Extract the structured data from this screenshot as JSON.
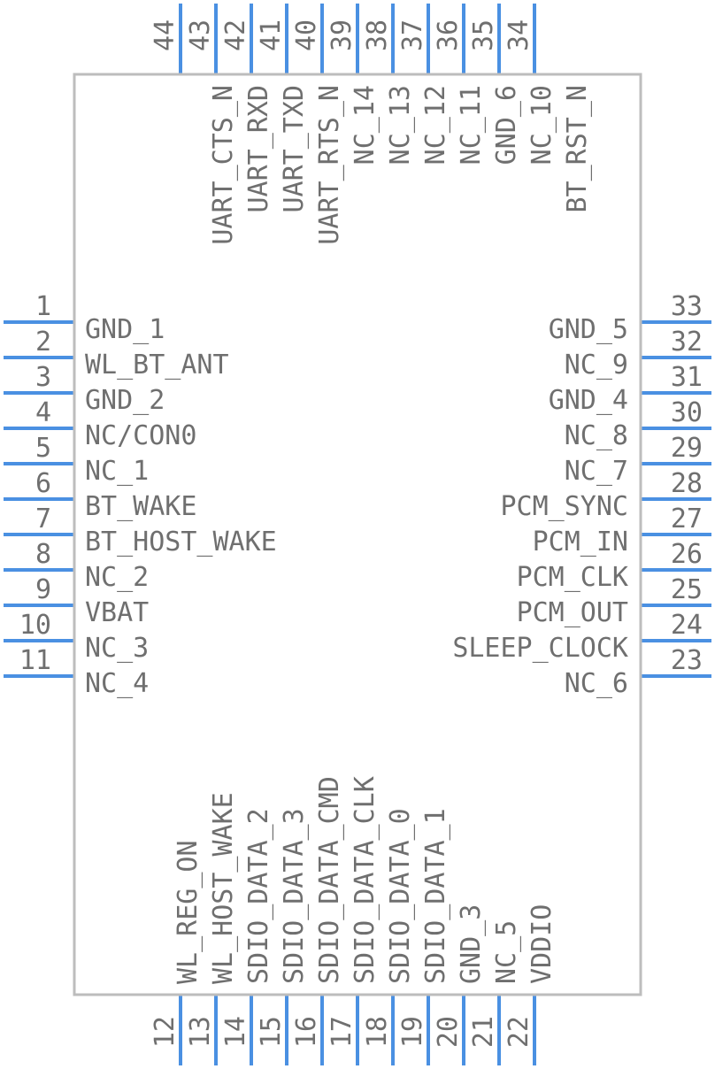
{
  "colors": {
    "pin": "#4a90e2",
    "body": "#bdbdbd",
    "text": "#6f6f6f"
  },
  "left_pins": [
    {
      "number": "1",
      "name": "GND_1"
    },
    {
      "number": "2",
      "name": "WL_BT_ANT"
    },
    {
      "number": "3",
      "name": "GND_2"
    },
    {
      "number": "4",
      "name": "NC/CON0"
    },
    {
      "number": "5",
      "name": "NC_1"
    },
    {
      "number": "6",
      "name": "BT_WAKE"
    },
    {
      "number": "7",
      "name": "BT_HOST_WAKE"
    },
    {
      "number": "8",
      "name": "NC_2"
    },
    {
      "number": "9",
      "name": "VBAT"
    },
    {
      "number": "10",
      "name": "NC_3"
    },
    {
      "number": "11",
      "name": "NC_4"
    }
  ],
  "right_pins": [
    {
      "number": "33",
      "name": "GND_5"
    },
    {
      "number": "32",
      "name": "NC_9"
    },
    {
      "number": "31",
      "name": "GND_4"
    },
    {
      "number": "30",
      "name": "NC_8"
    },
    {
      "number": "29",
      "name": "NC_7"
    },
    {
      "number": "28",
      "name": "PCM_SYNC"
    },
    {
      "number": "27",
      "name": "PCM_IN"
    },
    {
      "number": "26",
      "name": "PCM_CLK"
    },
    {
      "number": "25",
      "name": "PCM_OUT"
    },
    {
      "number": "24",
      "name": "SLEEP_CLOCK"
    },
    {
      "number": "23",
      "name": "NC_6"
    }
  ],
  "top_pins": [
    {
      "number": "44",
      "name": ""
    },
    {
      "number": "43",
      "name": "UART_CTS_N"
    },
    {
      "number": "42",
      "name": "UART_RXD"
    },
    {
      "number": "41",
      "name": "UART_TXD"
    },
    {
      "number": "40",
      "name": "UART_RTS_N"
    },
    {
      "number": "39",
      "name": "NC_14"
    },
    {
      "number": "38",
      "name": "NC_13"
    },
    {
      "number": "37",
      "name": "NC_12"
    },
    {
      "number": "36",
      "name": "NC_11"
    },
    {
      "number": "35",
      "name": "GND_6"
    },
    {
      "number": "34",
      "name": "NC_10"
    },
    {
      "number": "",
      "name": "BT_RST_N"
    }
  ],
  "bottom_pins": [
    {
      "number": "12",
      "name": "WL_REG_ON"
    },
    {
      "number": "13",
      "name": "WL_HOST_WAKE"
    },
    {
      "number": "14",
      "name": "SDIO_DATA_2"
    },
    {
      "number": "15",
      "name": "SDIO_DATA_3"
    },
    {
      "number": "16",
      "name": "SDIO_DATA_CMD"
    },
    {
      "number": "17",
      "name": "SDIO_DATA_CLK"
    },
    {
      "number": "18",
      "name": "SDIO_DATA_0"
    },
    {
      "number": "19",
      "name": "SDIO_DATA_1"
    },
    {
      "number": "20",
      "name": "GND_3"
    },
    {
      "number": "21",
      "name": "NC_5"
    },
    {
      "number": "22",
      "name": "VDDIO"
    }
  ]
}
